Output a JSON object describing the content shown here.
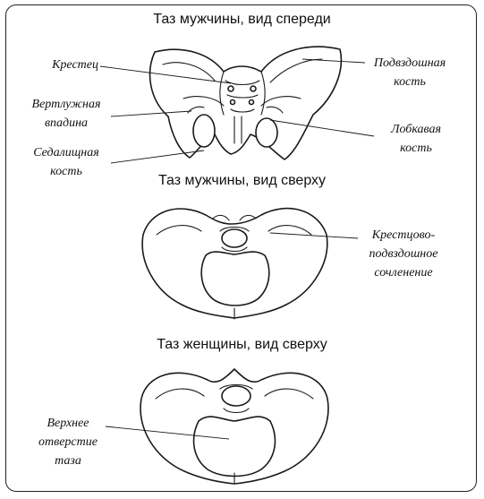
{
  "titles": {
    "male_front": "Таз мужчины, вид спереди",
    "male_top": "Таз мужчины, вид сверху",
    "female_top": "Таз женщины, вид сверху"
  },
  "labels": {
    "sacrum": "Крестец",
    "ilium": [
      "Подвздошная",
      "кость"
    ],
    "acetabulum": [
      "Вертлужная",
      "впадина"
    ],
    "pubic_bone": [
      "Лобкавая",
      "кость"
    ],
    "ischium": [
      "Седалищная",
      "кость"
    ],
    "sacroiliac_joint": [
      "Крестцово-",
      "подвздошное",
      "сочленение"
    ],
    "pelvic_inlet": [
      "Верхнее",
      "отверстие",
      "таза"
    ]
  }
}
